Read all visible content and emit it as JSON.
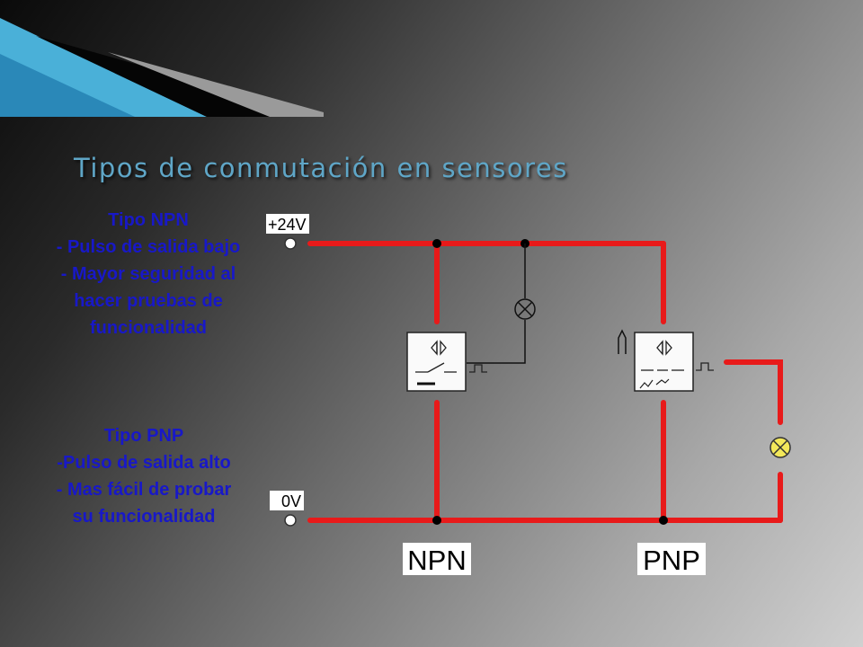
{
  "slide": {
    "title": "Tipos de conmutación en sensores",
    "npn_lines": [
      "Tipo NPN",
      "- Pulso de salida bajo",
      "- Mayor seguridad al hacer pruebas de  funcionalidad"
    ],
    "pnp_lines": [
      "Tipo PNP",
      "-Pulso de salida alto",
      "- Mas fácil de probar su funcionalidad"
    ]
  },
  "diagram": {
    "supply_label": "+24V",
    "ground_label": "0V",
    "npn_label": "NPN",
    "pnp_label": "PNP",
    "wire_color": "#e81a1a",
    "lamp_on_color": "#f3e85a"
  }
}
